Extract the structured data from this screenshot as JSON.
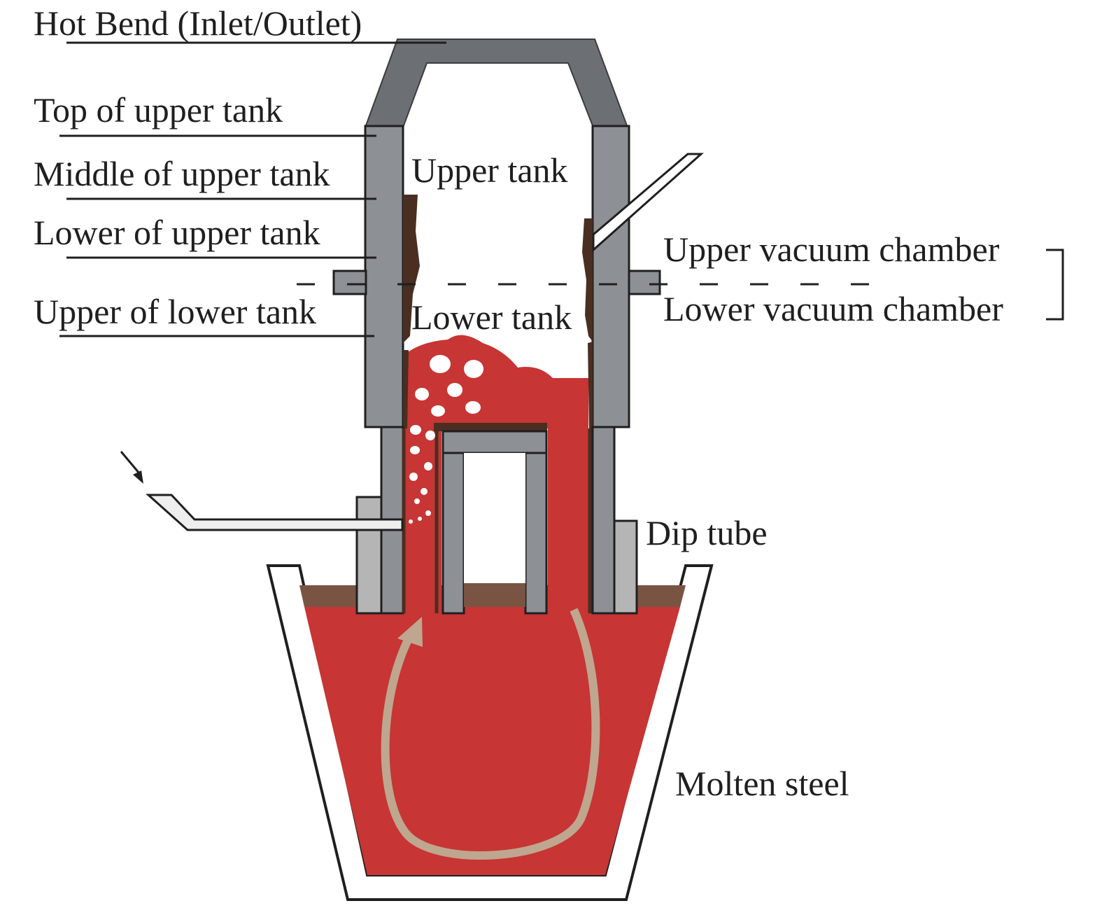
{
  "labels": {
    "hot_bend": "Hot Bend (Inlet/Outlet)",
    "top_upper_tank": "Top of upper tank",
    "middle_upper_tank": "Middle of upper tank",
    "lower_upper_tank": "Lower of upper tank",
    "upper_lower_tank": "Upper of lower tank",
    "upper_tank": "Upper tank",
    "lower_tank": "Lower tank",
    "upper_vacuum_chamber": "Upper vacuum chamber",
    "lower_vacuum_chamber": "Lower vacuum chamber",
    "dip_tube": "Dip tube",
    "molten_steel": "Molten steel"
  },
  "colors": {
    "steel_red": "#c73534",
    "refractory_gray": "#8d9196",
    "hot_bend_gray": "#6c7075",
    "snorkel_light_gray": "#b5b5b5",
    "skull_brown": "#4a2e22",
    "slag_brown": "#7a5443",
    "flow_arrow_tan": "#bfa68f"
  }
}
